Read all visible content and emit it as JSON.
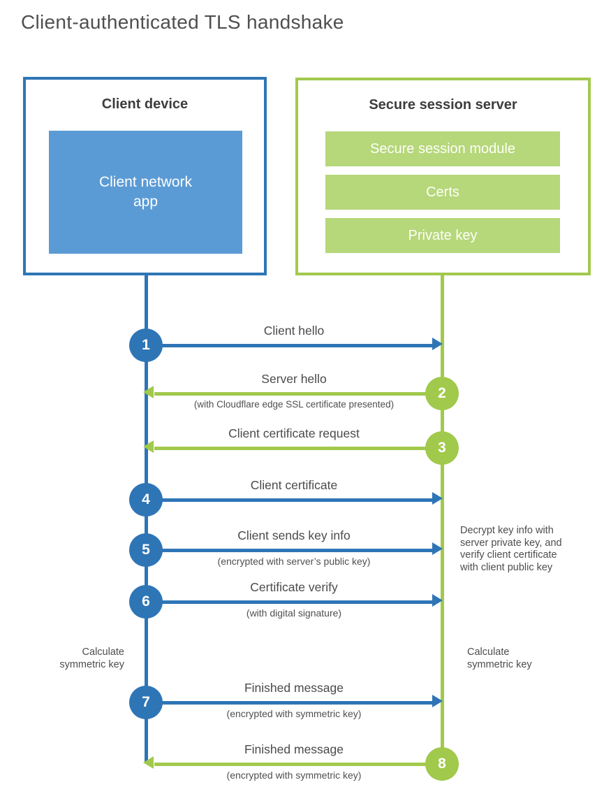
{
  "title": "Client-authenticated TLS handshake",
  "colors": {
    "client_blue": "#2e75b6",
    "client_fill_blue": "#5b9bd5",
    "server_green": "#a1c94c",
    "server_fill_green": "#b6d77a",
    "text_dark": "#3d3d3d",
    "text_label": "#4a4a4a"
  },
  "client": {
    "title": "Client device",
    "app": "Client network\napp"
  },
  "server": {
    "title": "Secure session server",
    "modules": [
      "Secure session module",
      "Certs",
      "Private key"
    ]
  },
  "steps": [
    {
      "num": "1",
      "label": "Client hello",
      "sublabel": "",
      "from": "client"
    },
    {
      "num": "2",
      "label": "Server hello",
      "sublabel": "(with Cloudflare edge SSL certificate presented)",
      "from": "server"
    },
    {
      "num": "3",
      "label": "Client certificate request",
      "sublabel": "",
      "from": "server"
    },
    {
      "num": "4",
      "label": "Client certificate",
      "sublabel": "",
      "from": "client"
    },
    {
      "num": "5",
      "label": "Client sends key info",
      "sublabel": "(encrypted with server’s public key)",
      "from": "client"
    },
    {
      "num": "6",
      "label": "Certificate verify",
      "sublabel": "(with digital signature)",
      "from": "client"
    },
    {
      "num": "7",
      "label": "Finished message",
      "sublabel": "(encrypted with symmetric key)",
      "from": "client"
    },
    {
      "num": "8",
      "label": "Finished message",
      "sublabel": "(encrypted with symmetric key)",
      "from": "server"
    }
  ],
  "notes": {
    "decrypt": {
      "lines": [
        "Decrypt key info with",
        "server private key, and",
        "verify client certificate",
        "with client public key"
      ]
    },
    "calc_left": {
      "lines": [
        "Calculate",
        "symmetric key"
      ]
    },
    "calc_right": {
      "lines": [
        "Calculate",
        "symmetric key"
      ]
    }
  }
}
